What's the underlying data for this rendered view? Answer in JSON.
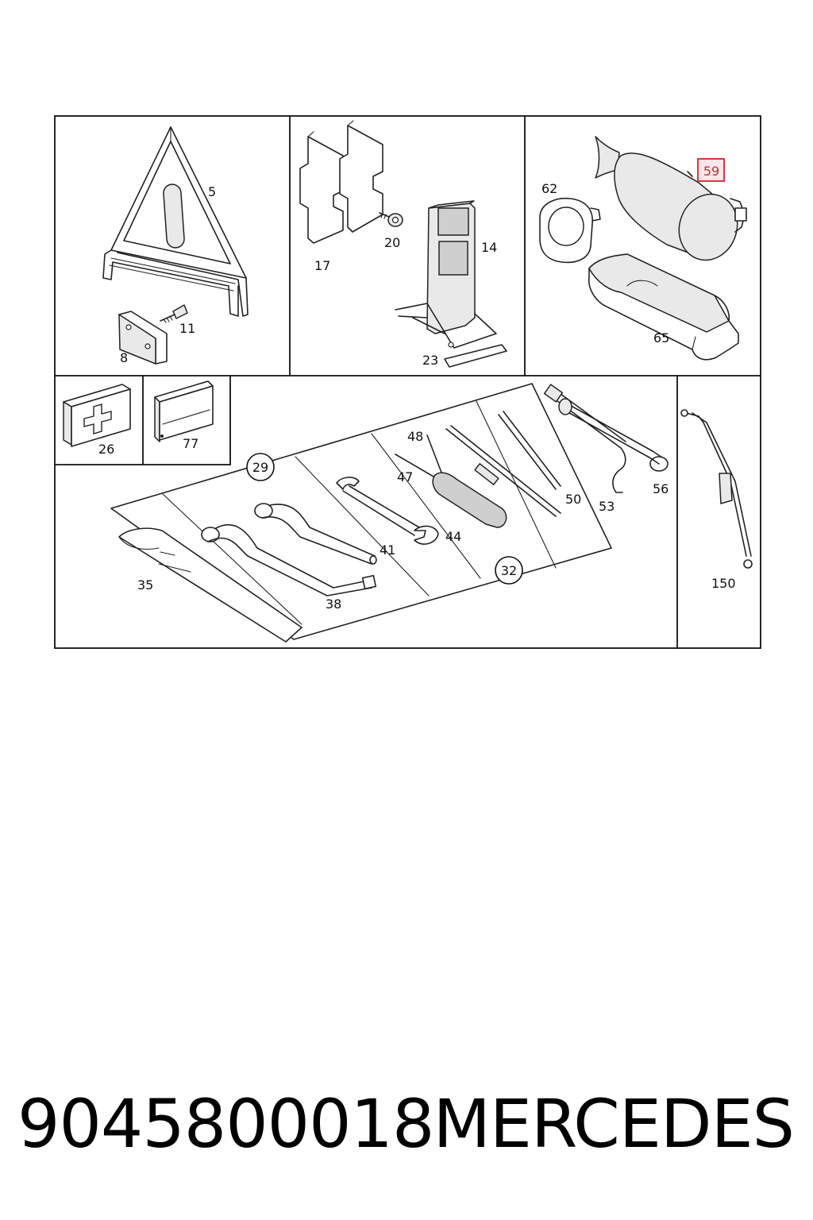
{
  "labels": {
    "p5": "5",
    "p8": "8",
    "p11": "11",
    "p17": "17",
    "p20": "20",
    "p14": "14",
    "p23": "23",
    "p62": "62",
    "p59": "59",
    "p65": "65",
    "p26": "26",
    "p77": "77",
    "p29": "29",
    "p32": "32",
    "p35": "35",
    "p38": "38",
    "p41": "41",
    "p44": "44",
    "p47": "47",
    "p48": "48",
    "p50": "50",
    "p53": "53",
    "p56": "56",
    "p150": "150"
  },
  "highlight_color": "#d8202a",
  "footer": {
    "part_number": "9045800018",
    "brand": "MERCEDES"
  }
}
